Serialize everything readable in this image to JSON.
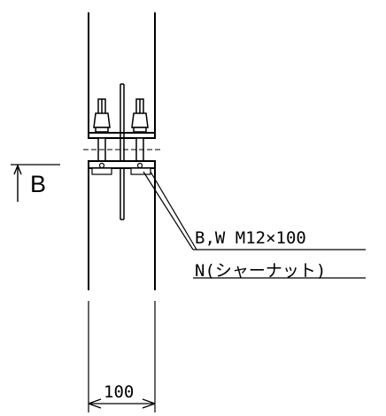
{
  "section_marker": {
    "label": "B"
  },
  "callout": {
    "line1": "B,W  M12×100",
    "line2": "N(シャーナット)"
  },
  "dimension": {
    "width": "100"
  }
}
